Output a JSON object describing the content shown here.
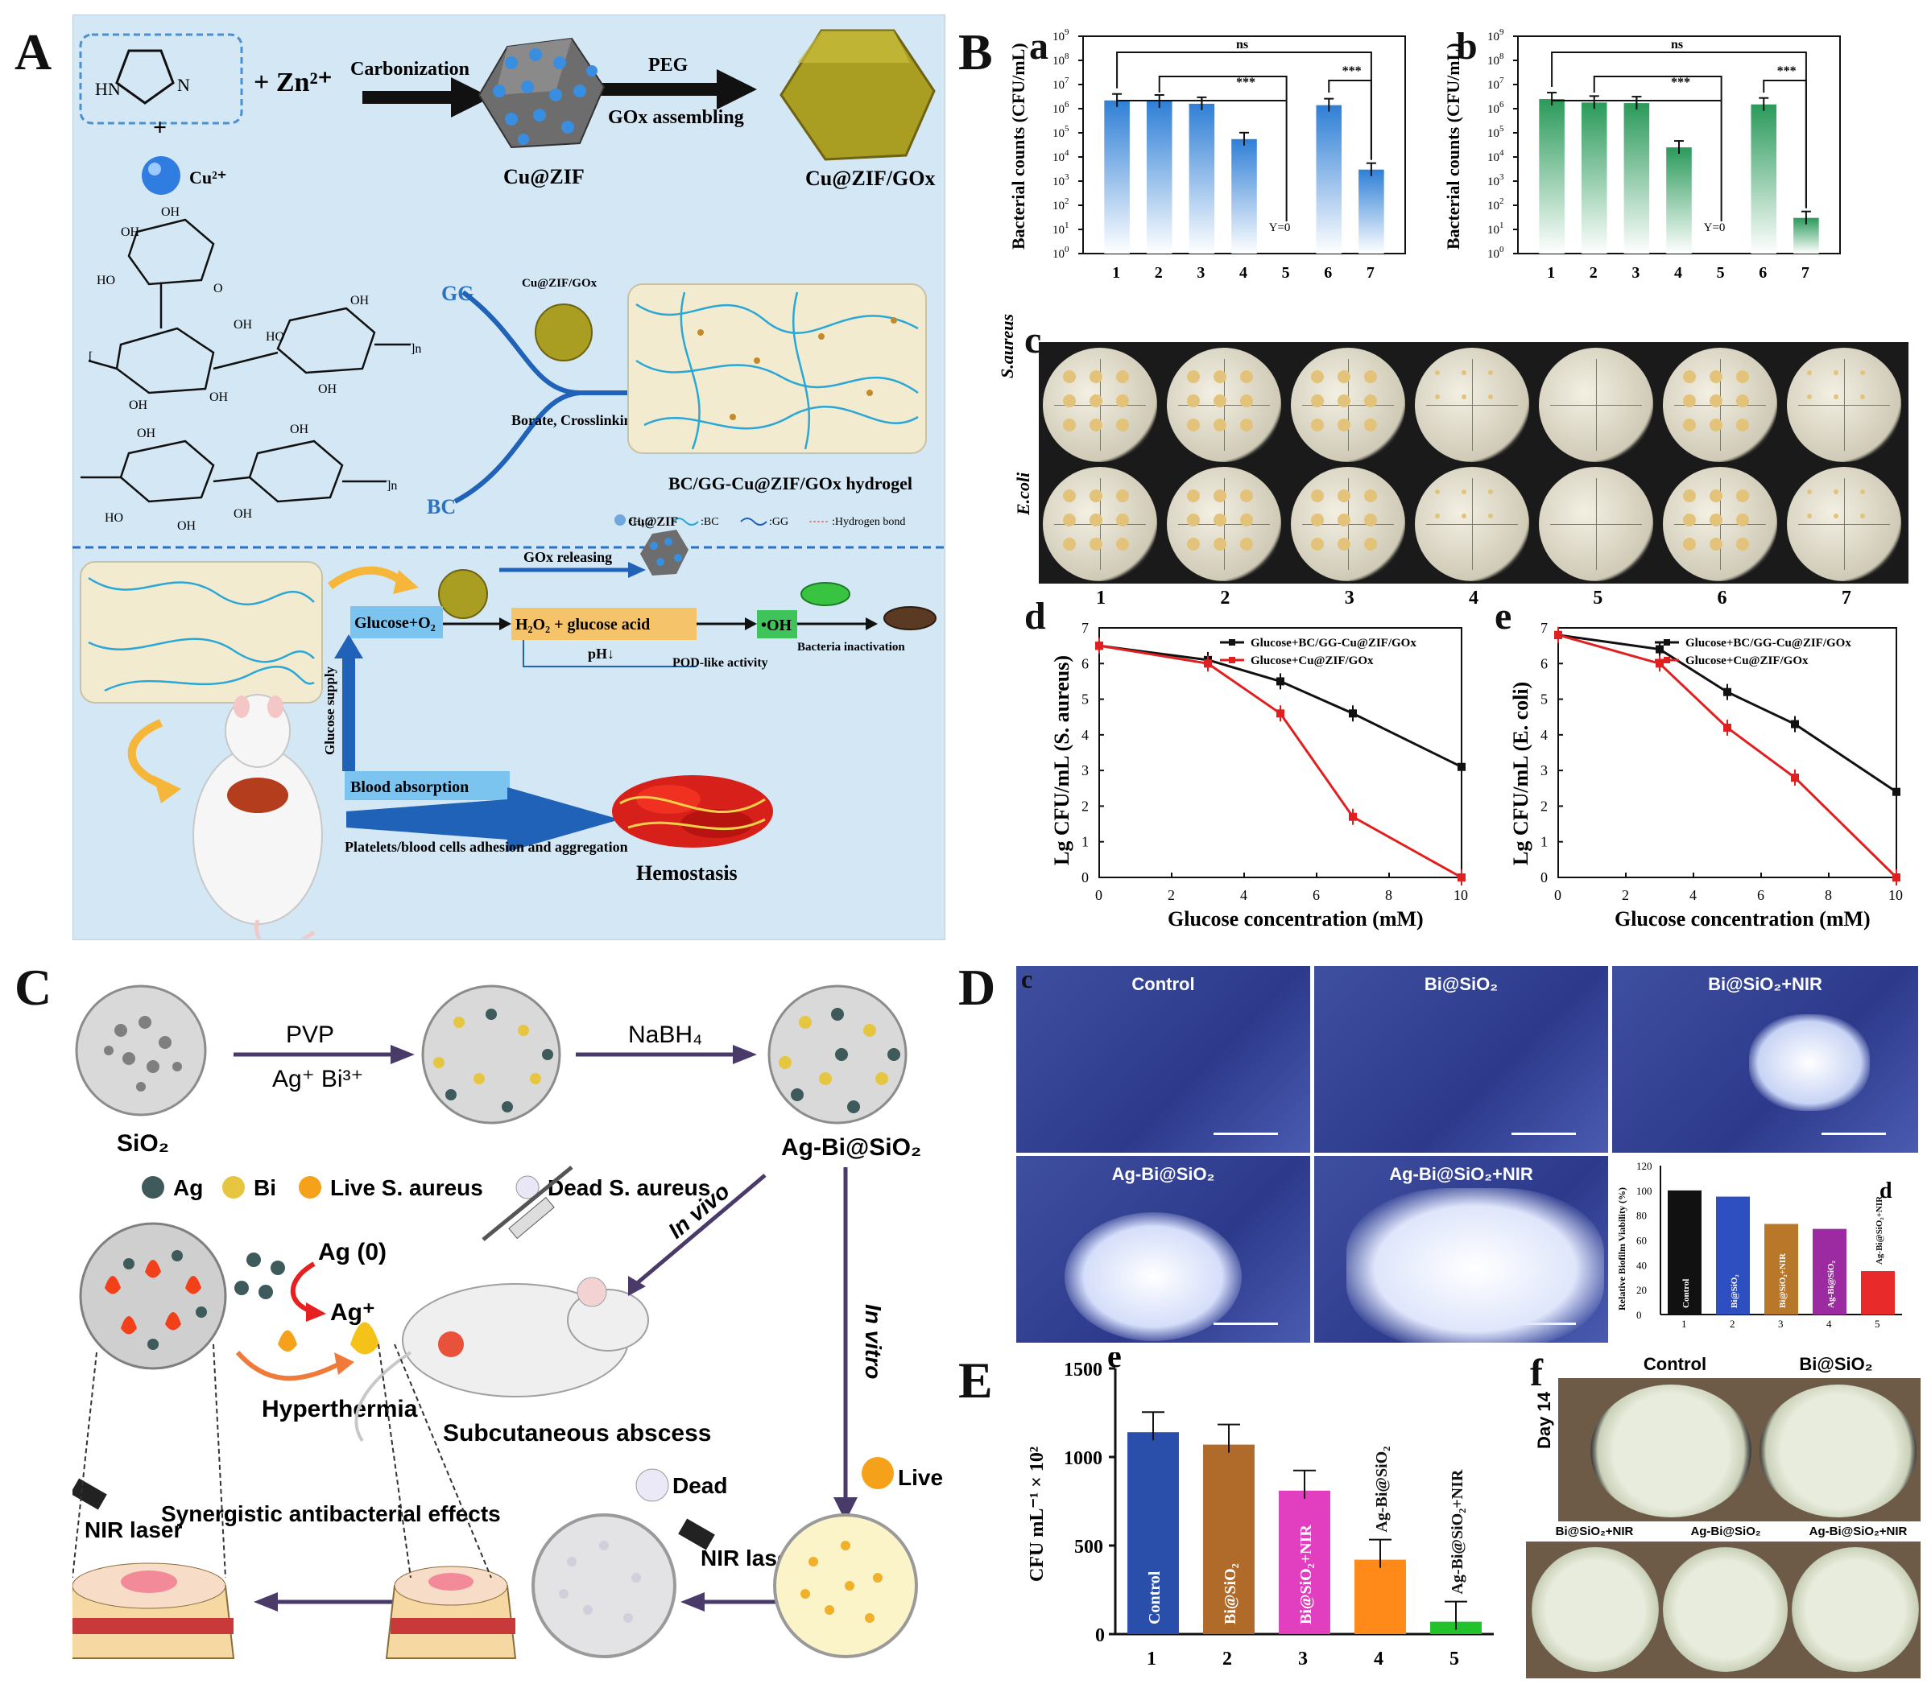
{
  "panel_labels": {
    "A": "A",
    "B": "B",
    "C": "C",
    "D": "D",
    "E": "E"
  },
  "sub_labels": {
    "a": "a",
    "b": "b",
    "c": "c",
    "d": "d",
    "e": "e",
    "f": "f",
    "Dc": "c",
    "Dd": "d"
  },
  "panelA": {
    "zn": "+ Zn²⁺",
    "carbonization": "Carbonization",
    "peg": "PEG",
    "gox_assembling": "GOx assembling",
    "cu_zif": "Cu@ZIF",
    "cu_zif_gox": "Cu@ZIF/GOx",
    "cu2": "Cu²⁺",
    "gg": "GG",
    "bc": "BC",
    "cuzifgox_small": "Cu@ZIF/GOx",
    "borate": "Borate, Crosslinking",
    "hydrogel": "BC/GG-Cu@ZIF/GOx  hydrogel",
    "legend": [
      ":H₂O",
      ":BC",
      ":GG",
      ":Hydrogen bond"
    ],
    "gox_releasing": "GOx releasing",
    "cuzif_small": "Cu@ZIF",
    "glucose": "Glucose+O₂",
    "h2o2": "H₂O₂ + glucose acid",
    "ph": "pH↓",
    "oh": "•OH",
    "pod": "POD-like activity",
    "bact": "Bacteria inactivation",
    "glucose_supply": "Glucose supply",
    "blood": "Blood absorption",
    "platelets": "Platelets/blood cells adhesion and aggregation",
    "hemostasis": "Hemostasis"
  },
  "chart_data": [
    {
      "id": "Ba",
      "type": "bar",
      "ylabel": "Bacterial counts (CFU/mL)",
      "yscale": "log",
      "ylim": [
        1,
        1000000000
      ],
      "categories": [
        "1",
        "2",
        "3",
        "4",
        "5",
        "6",
        "7"
      ],
      "values": [
        2200000,
        2000000,
        1600000,
        55000,
        0,
        1400000,
        3000
      ],
      "annotations": [
        "ns",
        "***",
        "***",
        "Y=0"
      ],
      "color": "#2f7fd6"
    },
    {
      "id": "Bb",
      "type": "bar",
      "ylabel": "Bacterial counts (CFU/mL)",
      "yscale": "log",
      "ylim": [
        1,
        1000000000
      ],
      "categories": [
        "1",
        "2",
        "3",
        "4",
        "5",
        "6",
        "7"
      ],
      "values": [
        2500000,
        1800000,
        1700000,
        25000,
        0,
        1500000,
        30
      ],
      "annotations": [
        "ns",
        "***",
        "***",
        "Y=0"
      ],
      "color": "#2a9a5a"
    },
    {
      "id": "Bd",
      "type": "line",
      "xlabel": "Glucose concentration (mM)",
      "ylabel": "Lg CFU/mL (S. aureus)",
      "xlim": [
        0,
        10
      ],
      "ylim": [
        0,
        7
      ],
      "x": [
        0,
        3,
        5,
        7,
        10
      ],
      "series": [
        {
          "name": "Glucose+BC/GG-Cu@ZIF/GOx",
          "values": [
            6.5,
            6.1,
            5.5,
            4.6,
            3.1
          ],
          "color": "#111111"
        },
        {
          "name": "Glucose+Cu@ZIF/GOx",
          "values": [
            6.5,
            6.0,
            4.6,
            1.7,
            0.0
          ],
          "color": "#e02020"
        }
      ]
    },
    {
      "id": "Be",
      "type": "line",
      "xlabel": "Glucose concentration (mM)",
      "ylabel": "Lg CFU/mL (E. coli)",
      "xlim": [
        0,
        10
      ],
      "ylim": [
        0,
        7
      ],
      "x": [
        0,
        3,
        5,
        7,
        10
      ],
      "series": [
        {
          "name": "Glucose+BC/GG-Cu@ZIF/GOx",
          "values": [
            6.8,
            6.4,
            5.2,
            4.3,
            2.4
          ],
          "color": "#111111"
        },
        {
          "name": "Glucose+Cu@ZIF/GOx",
          "values": [
            6.8,
            6.0,
            4.2,
            2.8,
            0.0
          ],
          "color": "#e02020"
        }
      ]
    },
    {
      "id": "Dd",
      "type": "bar",
      "ylabel": "Relative Biofilm Viability (%)",
      "ylim": [
        0,
        120
      ],
      "categories": [
        "1",
        "2",
        "3",
        "4",
        "5"
      ],
      "values": [
        100,
        95,
        73,
        69,
        35
      ],
      "bar_labels": [
        "Control",
        "Bi@SiO₂",
        "Bi@SiO₂+NIR",
        "Ag-Bi@SiO₂",
        "Ag-Bi@SiO₂+NIR"
      ],
      "colors": [
        "#111111",
        "#2d4fbf",
        "#b9772a",
        "#9c2aa0",
        "#e82a2a"
      ]
    },
    {
      "id": "Ee",
      "type": "bar",
      "ylabel": "CFU mL⁻¹ × 10²",
      "ylim": [
        0,
        1500
      ],
      "categories": [
        "1",
        "2",
        "3",
        "4",
        "5"
      ],
      "values": [
        1140,
        1070,
        810,
        420,
        70
      ],
      "bar_labels": [
        "Control",
        "Bi@SiO₂",
        "Bi@SiO₂+NIR",
        "Ag-Bi@SiO₂",
        "Ag-Bi@SiO₂+NIR"
      ],
      "colors": [
        "#2a4faa",
        "#b06a2a",
        "#e23fc0",
        "#ff8a1a",
        "#22c22a"
      ]
    }
  ],
  "panelBc": {
    "rows": [
      "S.aureus",
      "E.coli"
    ],
    "cols": [
      "1",
      "2",
      "3",
      "4",
      "5",
      "6",
      "7"
    ]
  },
  "panelC": {
    "pvp": "PVP",
    "ag_bi": "Ag⁺  Bi³⁺",
    "nabh4": "NaBH₄",
    "sio2": "SiO₂",
    "agbisio2": "Ag-Bi@SiO₂",
    "legend": [
      "Ag",
      "Bi",
      "Live S. aureus",
      "Dead S. aureus"
    ],
    "ag0": "Ag (0)",
    "agp": "Ag⁺",
    "invivo": "In vivo",
    "invitro": "In vitro",
    "hyper": "Hyperthermia",
    "abscess": "Subcutaneous abscess",
    "nir1": "NIR laser",
    "synergy": "Synergistic antibacterial effects",
    "dead": "Dead",
    "live": "Live",
    "nir2": "NIR laser"
  },
  "panelD": {
    "labels": [
      "Control",
      "Bi@SiO₂",
      "Bi@SiO₂+NIR",
      "Ag-Bi@SiO₂",
      "Ag-Bi@SiO₂+NIR"
    ]
  },
  "panelEf": {
    "day": "Day 14",
    "labels": [
      "Control",
      "Bi@SiO₂",
      "Bi@SiO₂+NIR",
      "Ag-Bi@SiO₂",
      "Ag-Bi@SiO₂+NIR"
    ]
  }
}
